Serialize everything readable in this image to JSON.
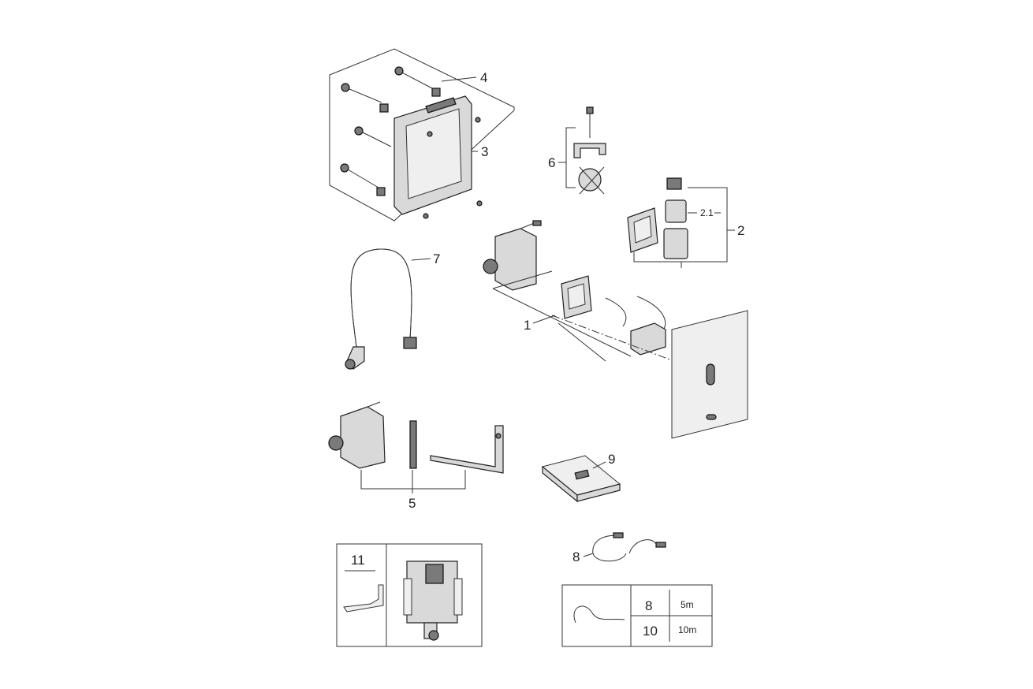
{
  "labels": {
    "p1": "1",
    "p2": "2",
    "p2_1": "2.1",
    "p3": "3",
    "p4": "4",
    "p5": "5",
    "p6": "6",
    "p7": "7",
    "p8": "8",
    "p9": "9",
    "p11": "11"
  },
  "cable_table": {
    "rows": [
      {
        "part": "8",
        "length": "5m"
      },
      {
        "part": "10",
        "length": "10m"
      }
    ]
  }
}
